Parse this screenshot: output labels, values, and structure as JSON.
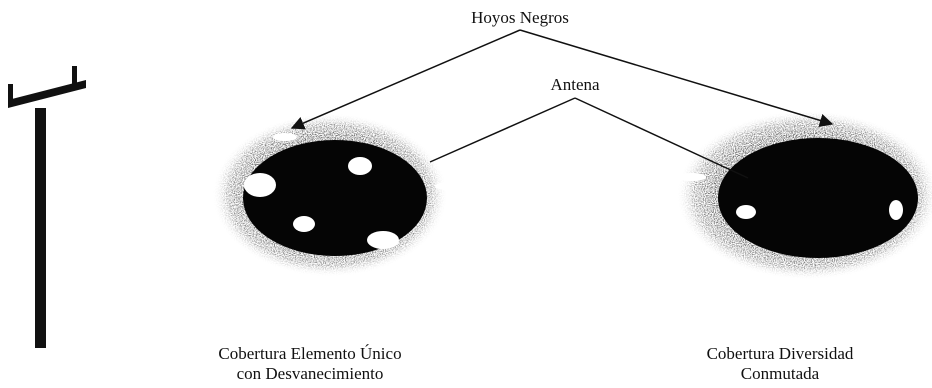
{
  "labels": {
    "black_holes": "Hoyos Negros",
    "antenna": "Antena"
  },
  "captions": {
    "single_element": {
      "line1": "Cobertura Elemento Único",
      "line2": "con Desvanecimiento"
    },
    "switched_diversity": {
      "line1": "Cobertura Diversidad",
      "line2": "Conmutada"
    }
  },
  "colors": {
    "ink": "#111111",
    "coverage_core": "#0a0a0a",
    "coverage_fringe": "#6a6a6a",
    "hole": "#ffffff"
  }
}
